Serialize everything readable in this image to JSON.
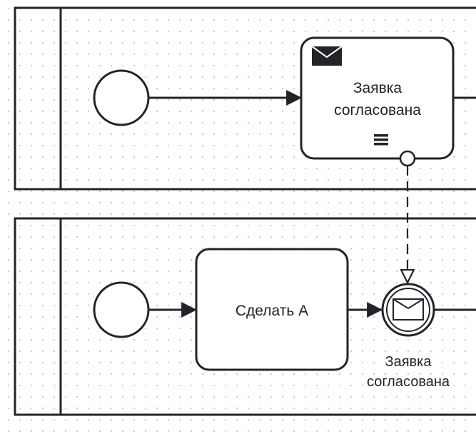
{
  "pools": [
    {
      "lane": "top",
      "elements": {
        "start_event": {
          "type": "start-event"
        },
        "task": {
          "type": "send-task",
          "icon": "envelope-filled-icon",
          "marker": "multi-instance-sequential",
          "label_lines": [
            "Заявка",
            "согласована"
          ]
        },
        "boundary_event": {
          "type": "boundary-event"
        }
      }
    },
    {
      "lane": "bottom",
      "elements": {
        "start_event": {
          "type": "start-event"
        },
        "task": {
          "type": "task",
          "label_lines": [
            "Сделать А"
          ]
        },
        "catch_event": {
          "type": "intermediate-message-catch-event",
          "icon": "envelope-icon",
          "label_lines": [
            "Заявка",
            "согласована"
          ]
        }
      }
    }
  ],
  "colors": {
    "stroke": "#22242a",
    "background": "#ffffff"
  }
}
